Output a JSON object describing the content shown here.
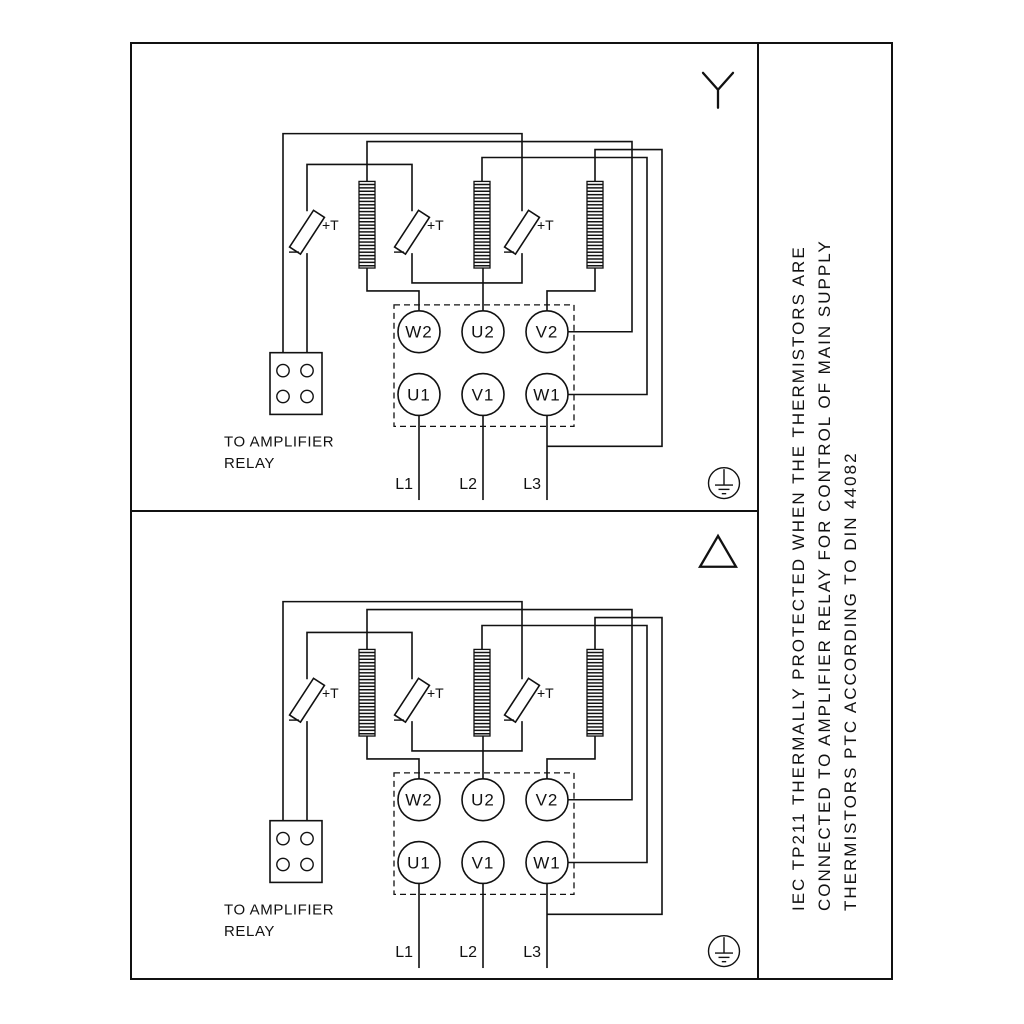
{
  "colors": {
    "line": "#111111",
    "background": "#ffffff"
  },
  "side_note": {
    "line1": "IEC TP211 THERMALLY PROTECTED WHEN THE THERMISTORS ARE",
    "line2": "CONNECTED TO AMPLIFIER RELAY FOR CONTROL OF MAIN SUPPLY",
    "line3": "THERMISTORS PTC ACCORDING TO DIN 44082"
  },
  "panels": [
    {
      "connection": "star",
      "corner_symbol": "wye-star-connection",
      "terminals_top": [
        "W2",
        "U2",
        "V2"
      ],
      "terminals_bottom": [
        "U1",
        "V1",
        "W1"
      ],
      "thermistor_label": "+T",
      "relay_label_line1": "TO AMPLIFIER",
      "relay_label_line2": "RELAY",
      "supply_labels": [
        "L1",
        "L2",
        "L3"
      ],
      "ground_symbol": "protective-earth"
    },
    {
      "connection": "delta",
      "corner_symbol": "delta-connection",
      "terminals_top": [
        "W2",
        "U2",
        "V2"
      ],
      "terminals_bottom": [
        "U1",
        "V1",
        "W1"
      ],
      "thermistor_label": "+T",
      "relay_label_line1": "TO AMPLIFIER",
      "relay_label_line2": "RELAY",
      "supply_labels": [
        "L1",
        "L2",
        "L3"
      ],
      "ground_symbol": "protective-earth"
    }
  ]
}
